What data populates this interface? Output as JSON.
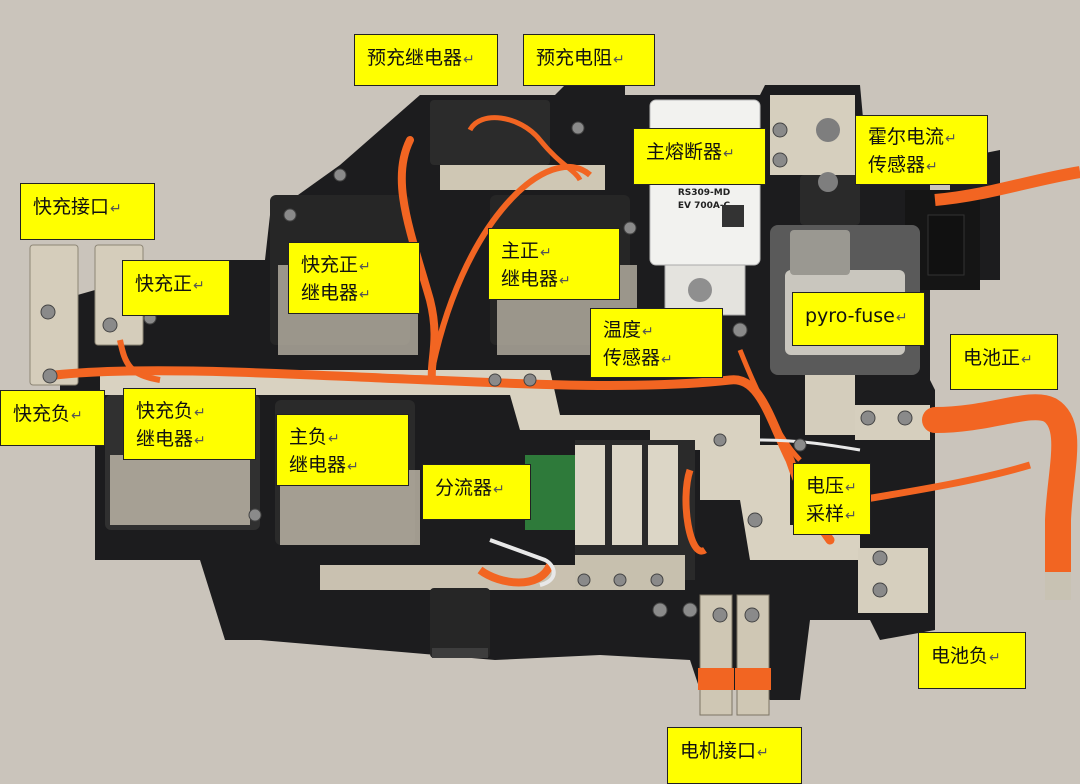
{
  "labels": {
    "precharge_relay": "预充继电器",
    "precharge_resistor": "预充电阻",
    "main_fuse": "主熔断器",
    "hall_sensor": [
      "霍尔电流",
      "传感器"
    ],
    "fast_charge_port": "快充接口",
    "fast_charge_pos": "快充正",
    "fast_charge_pos_relay": [
      "快充正",
      "继电器"
    ],
    "main_pos_relay": [
      "主正",
      "继电器"
    ],
    "pyro_fuse": "pyro-fuse",
    "temp_sensor": [
      "温度",
      "传感器"
    ],
    "battery_pos": "电池正",
    "fast_charge_neg": "快充负",
    "fast_charge_neg_relay": [
      "快充负",
      "继电器"
    ],
    "main_neg_relay": [
      "主负",
      "继电器"
    ],
    "shunt": "分流器",
    "voltage_sampling": [
      "电压",
      "采样"
    ],
    "battery_neg": "电池负",
    "motor_port": "电机接口"
  },
  "part_markings": {
    "fuse_model": "RS309-MD",
    "fuse_rating": "EV 700A-C"
  },
  "colors": {
    "label_bg": "#ffff00",
    "cable_orange": "#f26522",
    "housing_black": "#1c1c1e",
    "busbar": "#d9d2c1",
    "backdrop": "#cfc9c1"
  }
}
